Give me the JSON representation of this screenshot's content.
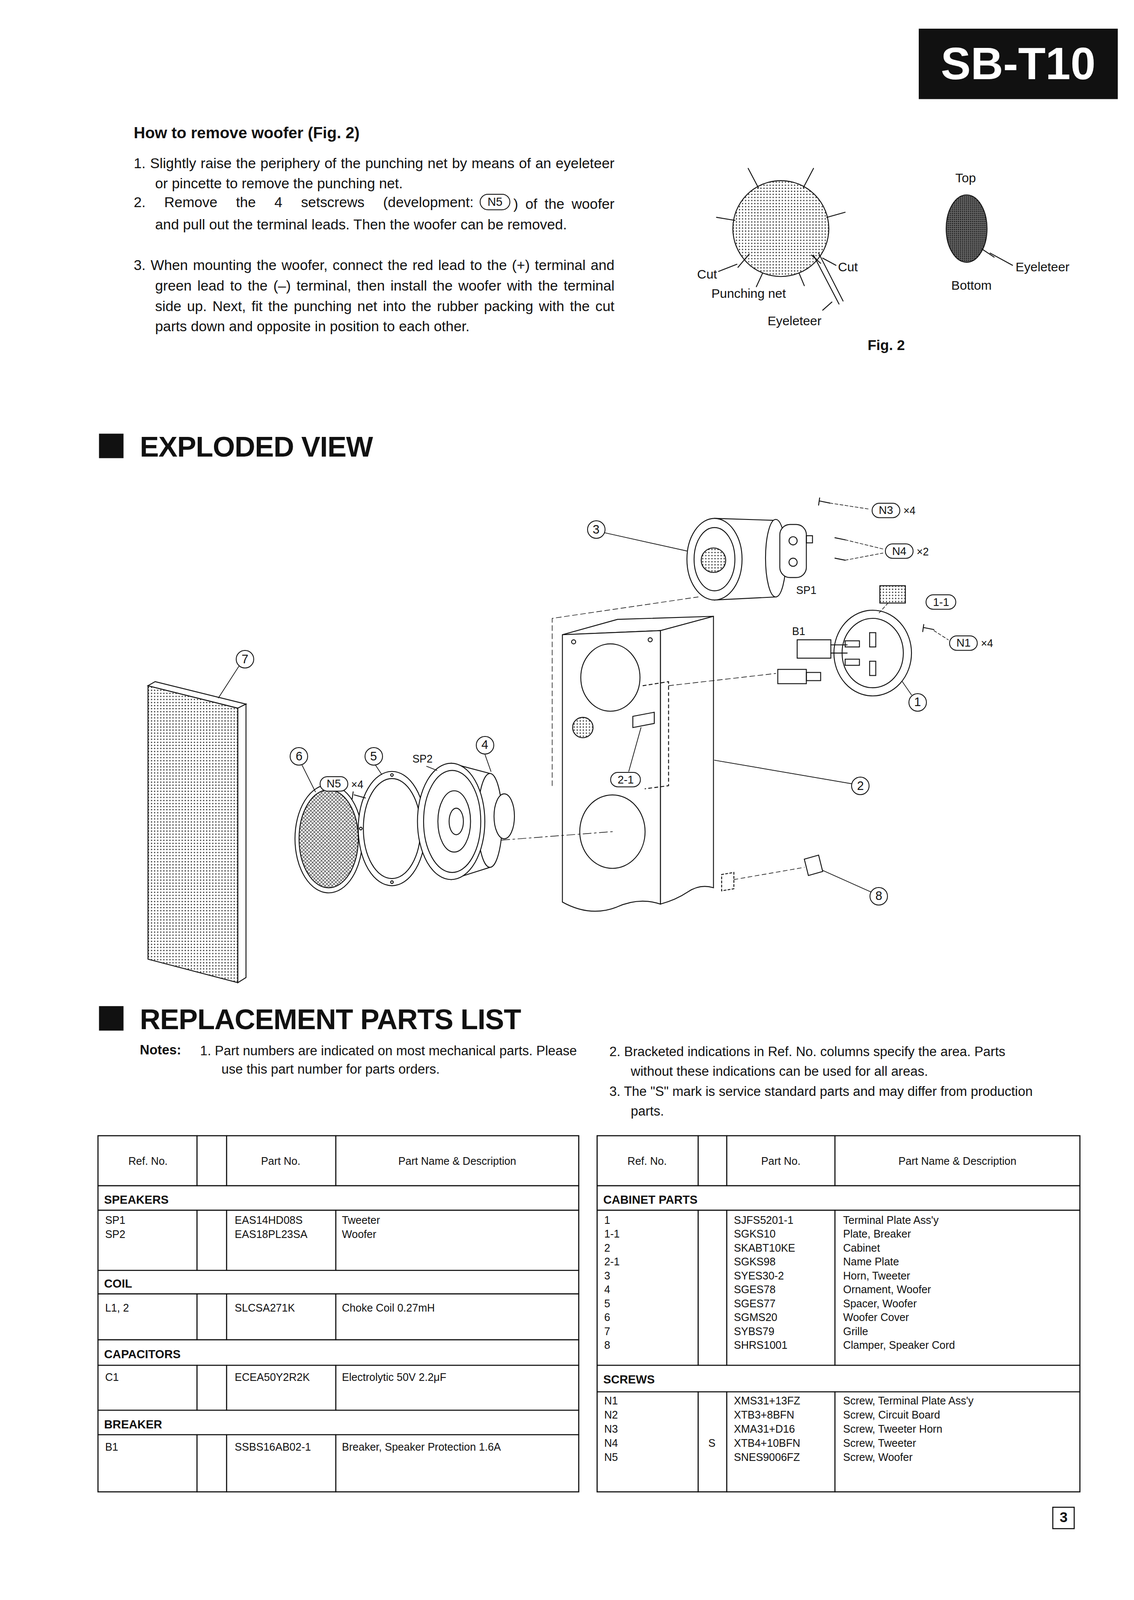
{
  "diagram": {
    "nodes": [
      {
        "text": [
          "SB-T10"
        ]
      },
      {
        "text": [
          "N5"
        ]
      },
      {
        "text": [
          "3"
        ]
      },
      {
        "text": [
          "N3"
        ]
      },
      {
        "text": [
          "N4"
        ]
      },
      {
        "text": [
          "1-1"
        ]
      },
      {
        "text": [
          "N1"
        ]
      },
      {
        "text": [
          "7"
        ]
      },
      {
        "text": [
          "1"
        ]
      },
      {
        "text": [
          "4"
        ]
      },
      {
        "text": [
          "6"
        ]
      },
      {
        "text": [
          "5"
        ]
      },
      {
        "text": [
          "N5"
        ]
      },
      {
        "text": [
          "2-1"
        ]
      },
      {
        "text": [
          "2"
        ]
      },
      {
        "text": [
          "8"
        ]
      },
      {
        "text": [
          "3"
        ]
      }
    ],
    "labels": [
      "How to remove woofer (Fig. 2)",
      "1. Slightly raise the periphery of the punching net by means of an eyeleteer or pincette to remove the punching net.",
      "2. Remove the 4 setscrews (development:",
      ") of the woofer and pull out the terminal leads. Then the woofer can be removed.",
      "3. When mounting the woofer, connect the red lead to the (+) terminal and green lead to the (–) terminal, then install the woofer with the terminal side up. Next, fit the punching net into the rubber packing with the cut parts down and opposite in position to each other.",
      "Cut",
      "Cut",
      "Punching net",
      "Eyeleteer",
      "Top",
      "Eyeleteer",
      "Bottom",
      "Fig. 2",
      "EXPLODED VIEW",
      "×4",
      "×2",
      "SP1",
      "B1",
      "×4",
      "SP2",
      "×4",
      "REPLACEMENT PARTS LIST",
      "Notes:",
      "1. Part numbers are indicated on most mechanical parts. Please use this part number for parts orders.",
      "2. Bracketed indications in Ref. No. columns specify the area. Parts without these indications can be used for all areas.",
      "3. The \"S\" mark is service standard parts and may differ from production parts.",
      "Ref. No.",
      "Part No.",
      "Part Name & Description",
      "SPEAKERS",
      "SP1",
      "EAS14HD08S",
      "Tweeter",
      "SP2",
      "EAS18PL23SA",
      "Woofer",
      "COIL",
      "L1, 2",
      "SLCSA271K",
      "Choke Coil  0.27mH",
      "CAPACITORS",
      "C1",
      "ECEA50Y2R2K",
      "Electrolytic 50V 2.2μF",
      "BREAKER",
      "B1",
      "SSBS16AB02-1",
      "Breaker, Speaker Protection 1.6A",
      "Ref. No.",
      "Part No.",
      "Part Name & Description",
      "CABINET PARTS",
      "1",
      "SJFS5201-1",
      "Terminal Plate Ass'y",
      "1-1",
      "SGKS10",
      "Plate, Breaker",
      "2",
      "SKABT10KE",
      "Cabinet",
      "2-1",
      "SGKS98",
      "Name Plate",
      "3",
      "SYES30-2",
      "Horn, Tweeter",
      "4",
      "SGES78",
      "Ornament, Woofer",
      "5",
      "SGES77",
      "Spacer, Woofer",
      "6",
      "SGMS20",
      "Woofer Cover",
      "7",
      "SYBS79",
      "Grille",
      "8",
      "SHRS1001",
      "Clamper, Speaker Cord",
      "SCREWS",
      "N1",
      "XMS31+13FZ",
      "Screw, Terminal Plate Ass'y",
      "N2",
      "XTB3+8BFN",
      "Screw, Circuit Board",
      "N3",
      "XMA31+D16",
      "Screw, Tweeter Horn",
      "N4",
      "S",
      "XTB4+10BFN",
      "Screw, Tweeter",
      "N5",
      "SNES9006FZ",
      "Screw, Woofer"
    ]
  }
}
